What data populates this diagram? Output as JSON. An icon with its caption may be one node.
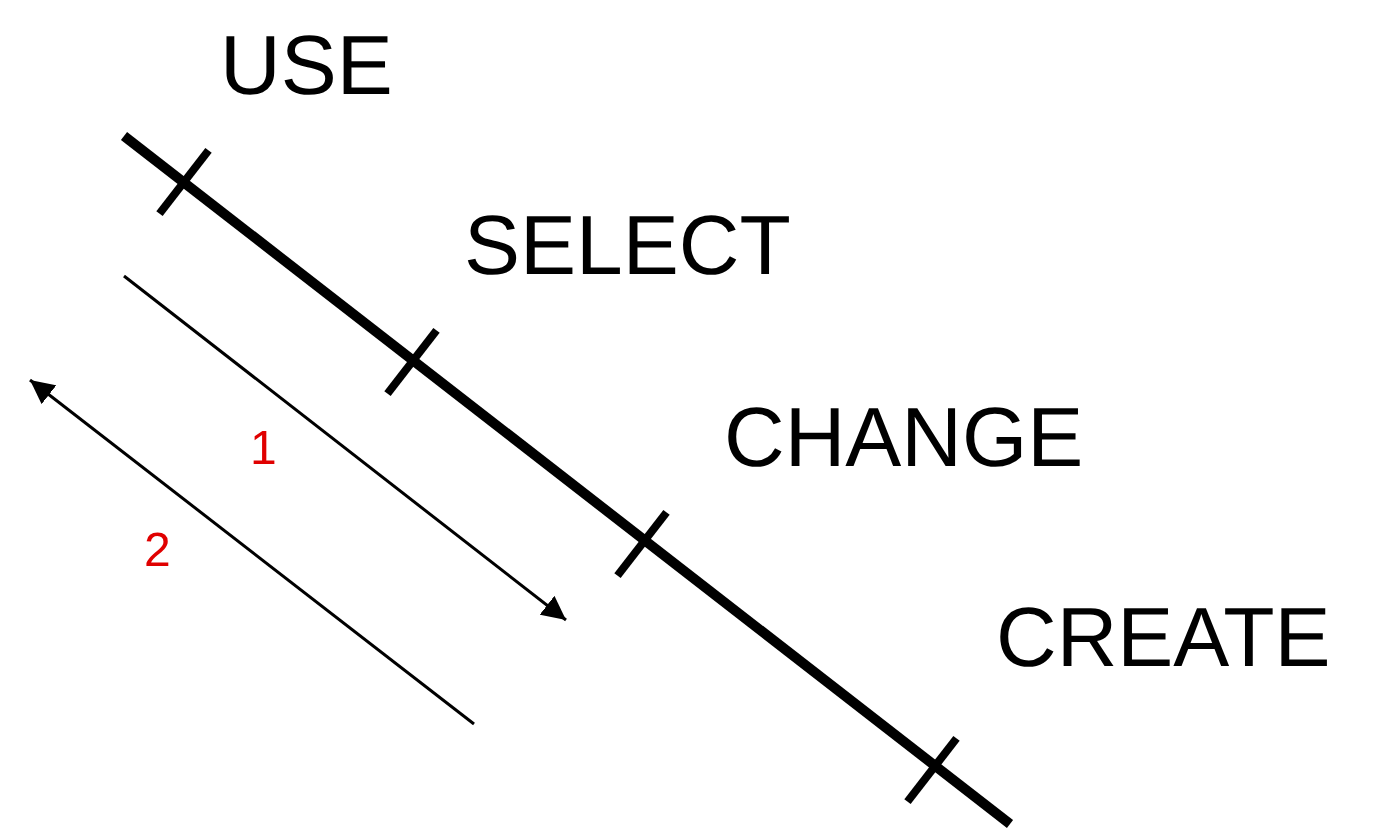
{
  "diagram": {
    "labels": [
      "USE",
      "SELECT",
      "CHANGE",
      "CREATE",
      "1",
      "2"
    ]
  }
}
